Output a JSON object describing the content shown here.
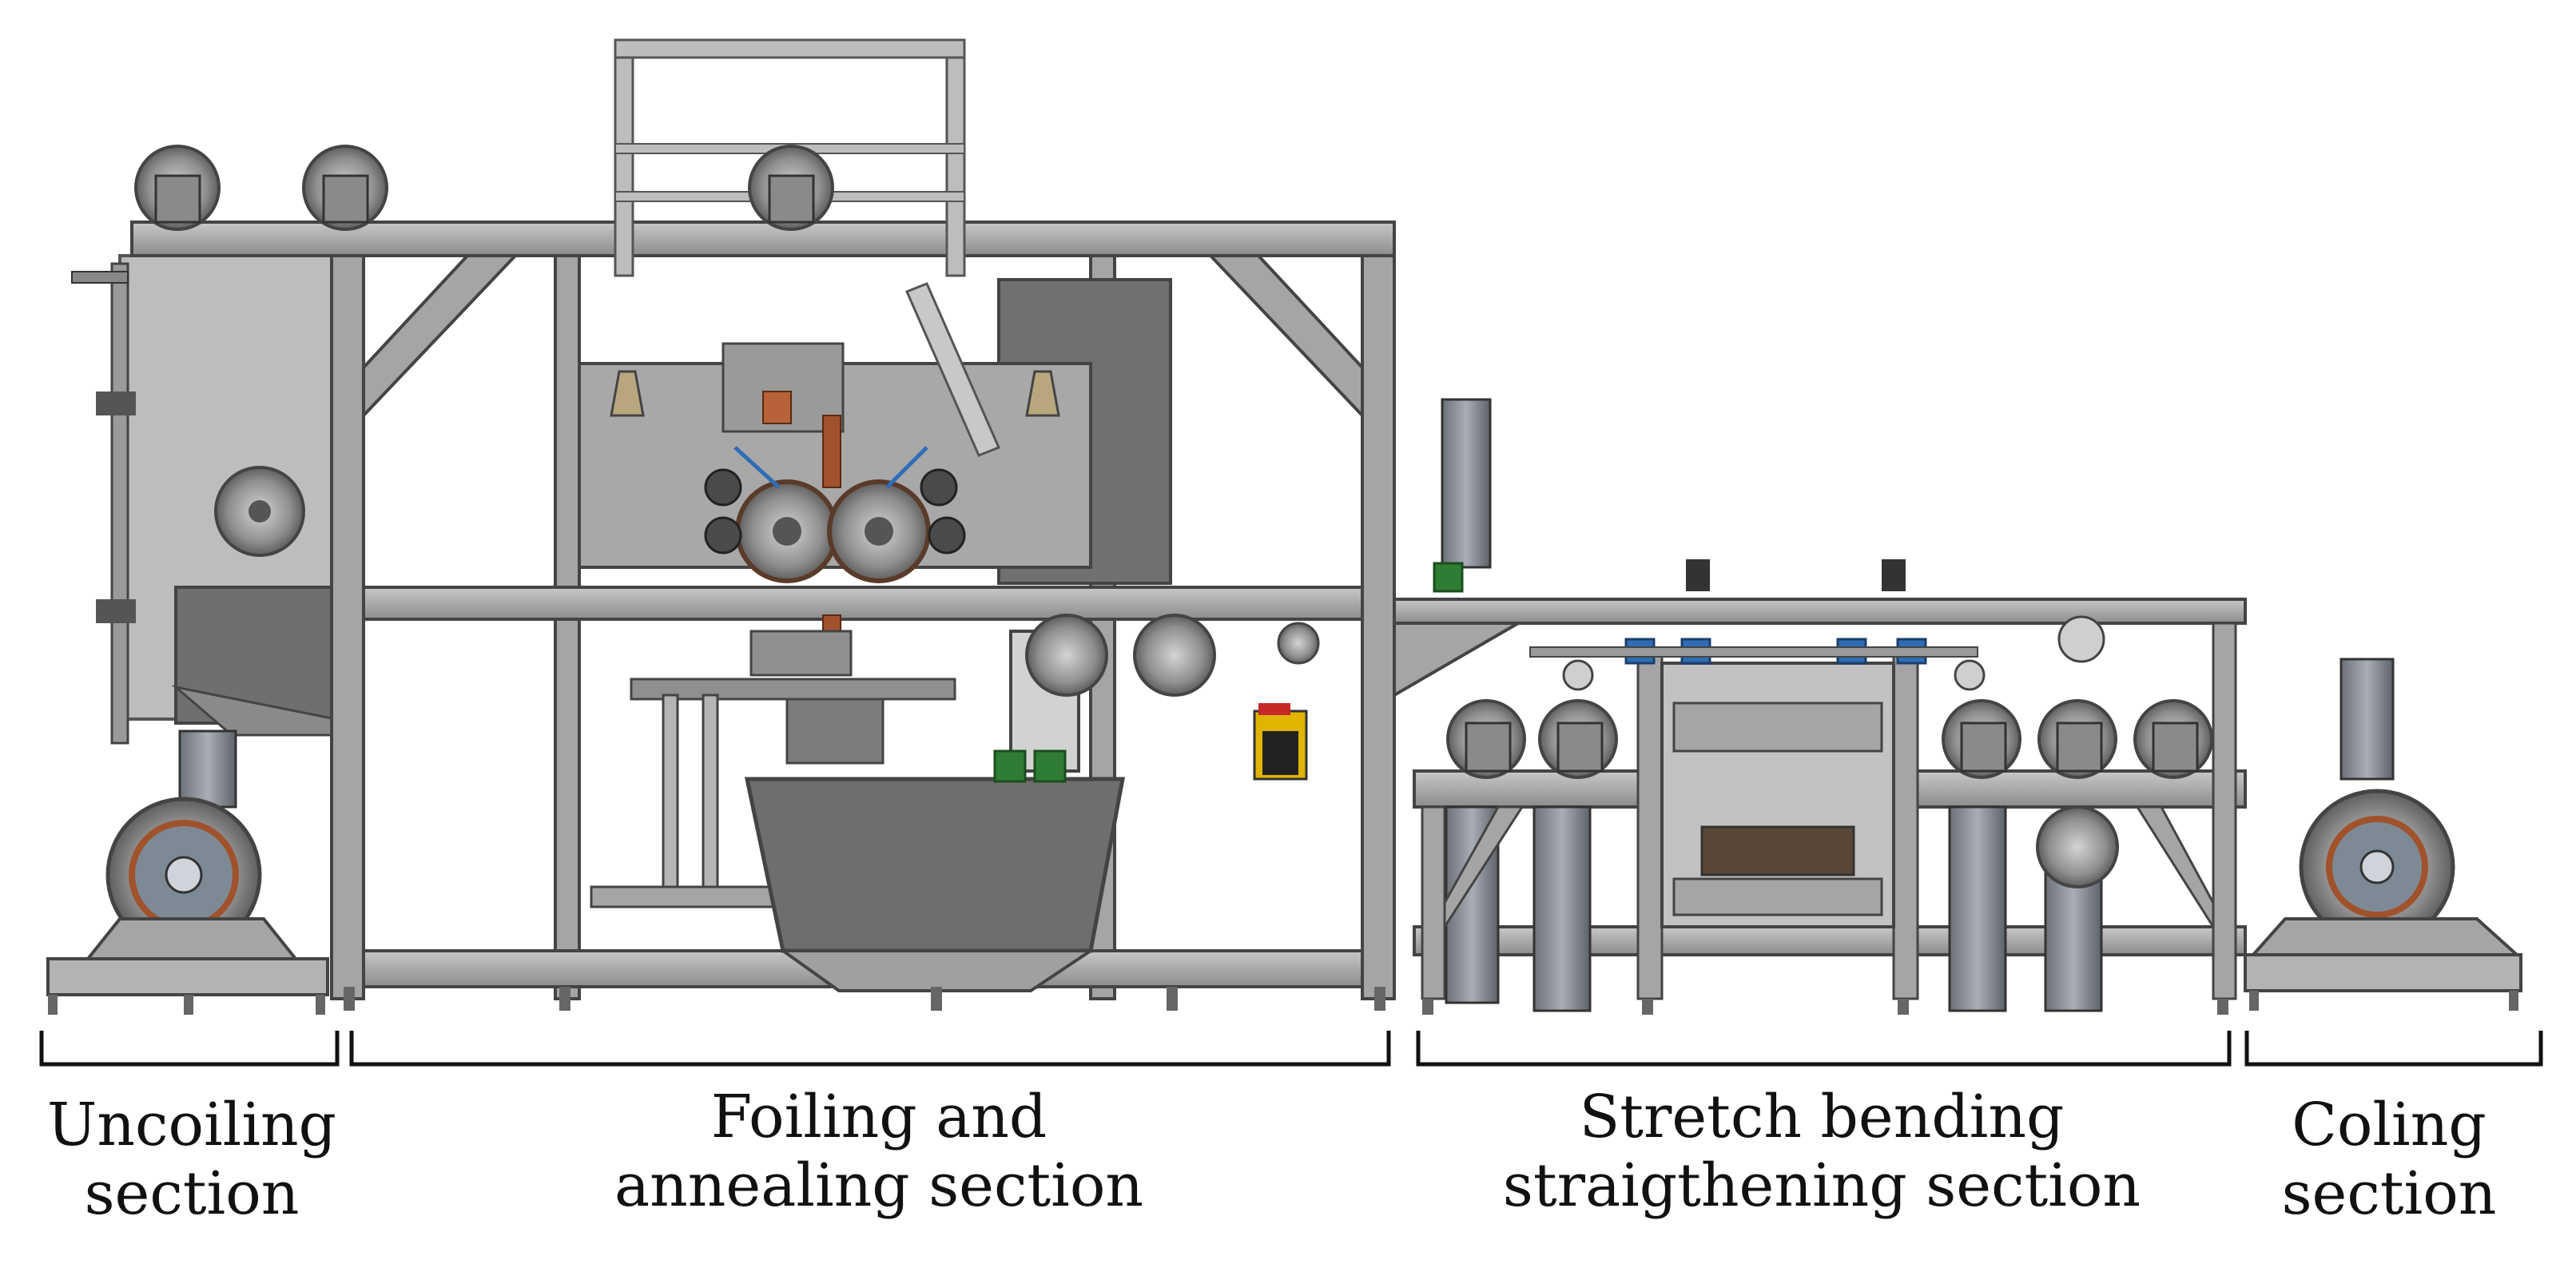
{
  "sections": [
    {
      "id": "uncoiling",
      "line1": "Uncoiling",
      "line2": "section"
    },
    {
      "id": "foiling",
      "line1": "Foiling and",
      "line2": "annealing section"
    },
    {
      "id": "stretch",
      "line1": "Stretch bending",
      "line2": "straigthening section"
    },
    {
      "id": "coiling",
      "line1": "Coling",
      "line2": "section"
    }
  ],
  "colors": {
    "frame": "#9a9a9a",
    "frame_dark": "#6e6e6e",
    "frame_light": "#c4c4c4",
    "panel": "#858585",
    "roller": "#7a7a7a",
    "copper": "#a0522d",
    "green": "#2e7d32",
    "blue": "#2f6db5",
    "yellow": "#e0b400",
    "text": "#111111"
  }
}
